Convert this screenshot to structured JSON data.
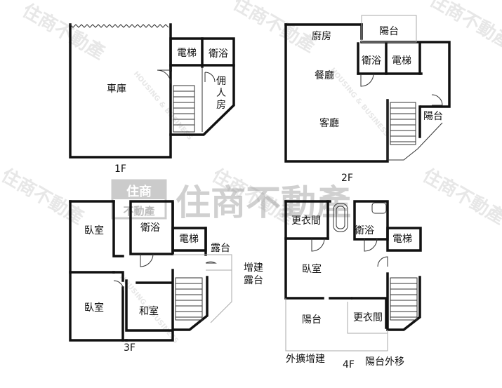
{
  "watermark": {
    "brand": "住商不動產",
    "logo_line1": "住商",
    "logo_line2": "不動產",
    "english": "HOUSING & BUSINESS"
  },
  "floors": {
    "f1": {
      "label": "1F",
      "rooms": {
        "garage": "車庫",
        "elevator": "電梯",
        "bath": "衛浴",
        "maid1": "佣",
        "maid2": "人",
        "maid3": "房"
      }
    },
    "f2": {
      "label": "2F",
      "rooms": {
        "kitchen": "廚房",
        "balcony_top": "陽台",
        "bath": "衛浴",
        "elevator": "電梯",
        "dining": "餐廳",
        "living": "客廳",
        "balcony_side": "陽台"
      }
    },
    "f3": {
      "label": "3F",
      "rooms": {
        "bedroom1": "臥室",
        "bath": "衛浴",
        "elevator": "電梯",
        "terrace": "露台",
        "ext1": "增建",
        "ext2": "露台",
        "bedroom2": "臥室",
        "japanese": "和室"
      }
    },
    "f4": {
      "label": "4F",
      "rooms": {
        "closet1": "更衣間",
        "bath": "衛浴",
        "elevator": "電梯",
        "bedroom": "臥室",
        "balcony": "陽台",
        "closet2": "更衣間",
        "note_left": "外擴增建",
        "note_right": "陽台外移"
      }
    }
  }
}
